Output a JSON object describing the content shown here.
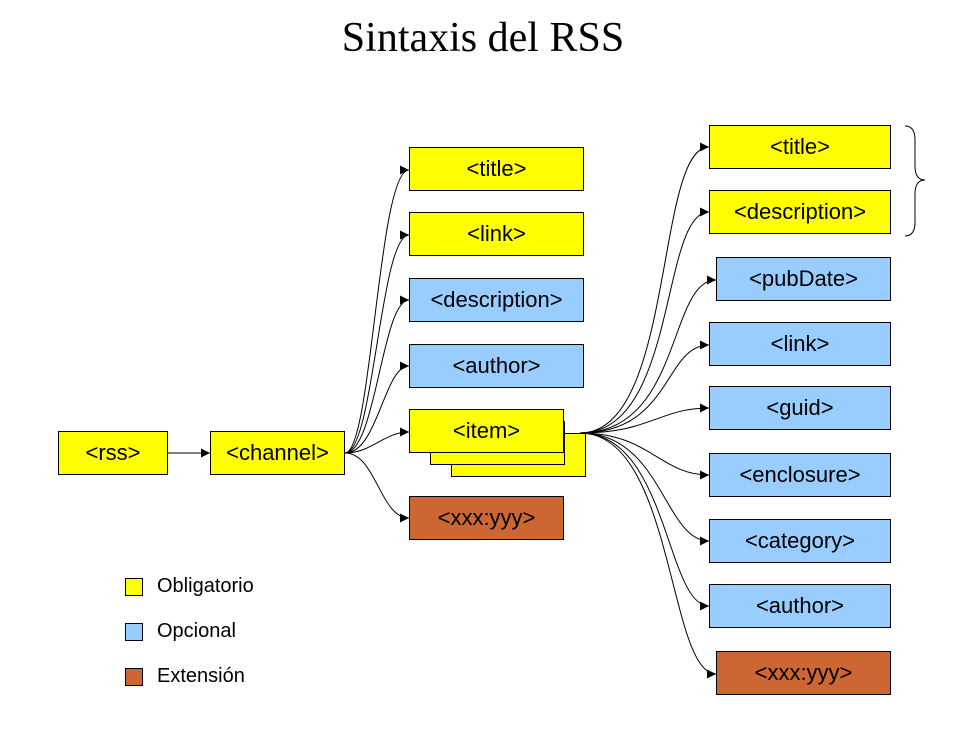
{
  "title": "Sintaxis del RSS",
  "colors": {
    "obligatorio": "#ffff00",
    "opcional": "#99ccff",
    "extension": "#cc6633"
  },
  "root": "<rss>",
  "channel": "<channel>",
  "channel_children": {
    "title": "<title>",
    "link": "<link>",
    "description": "<description>",
    "author": "<author>",
    "item": "<item>",
    "ext": "<xxx:yyy>"
  },
  "item_children": {
    "title": "<title>",
    "description": "<description>",
    "pubdate": "<pubDate>",
    "link": "<link>",
    "guid": "<guid>",
    "enclosure": "<enclosure>",
    "category": "<category>",
    "author": "<author>",
    "ext": "<xxx:yyy>"
  },
  "legend": {
    "obligatorio": "Obligatorio",
    "opcional": "Opcional",
    "extension": "Extensión"
  }
}
